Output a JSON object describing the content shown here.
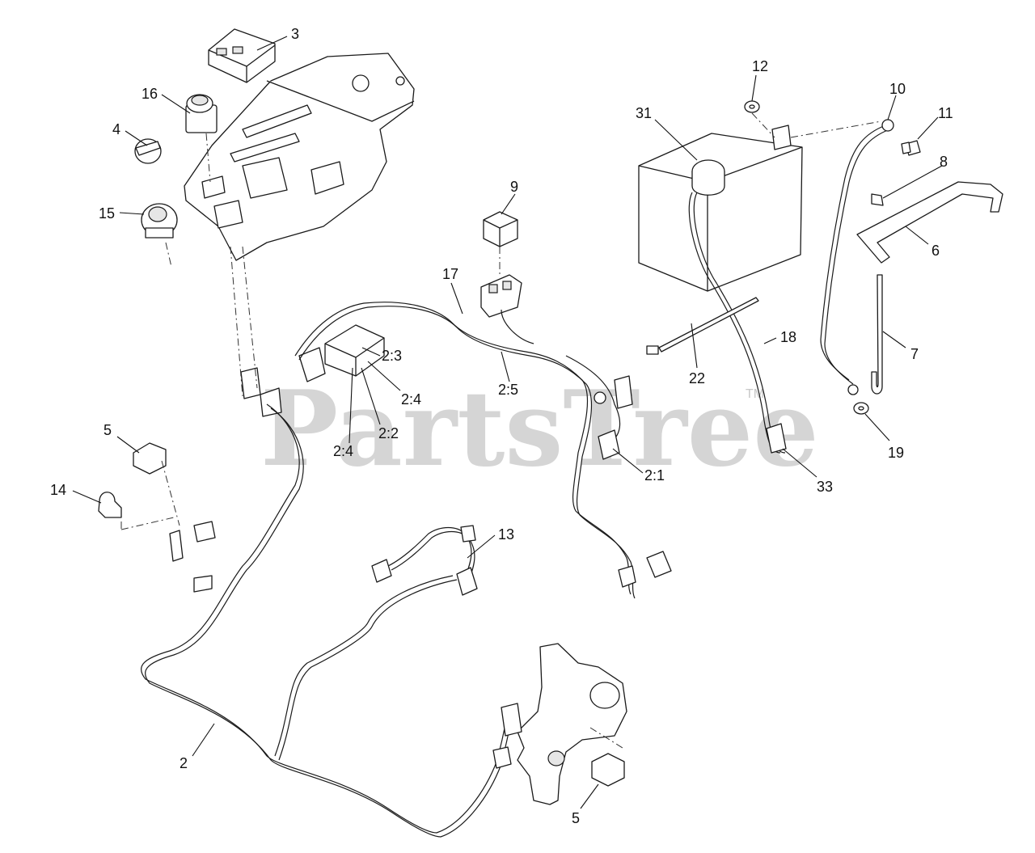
{
  "watermark": {
    "text": "PartsTree",
    "trademark": "TM"
  },
  "callouts": {
    "c3": "3",
    "c16": "16",
    "c4": "4",
    "c15": "15",
    "c9": "9",
    "c17": "17",
    "c2_3": "2:3",
    "c2_4a": "2:4",
    "c2_5": "2:5",
    "c2_2": "2:2",
    "c2_4b": "2:4",
    "c2_1": "2:1",
    "c5a": "5",
    "c14": "14",
    "c13": "13",
    "c2": "2",
    "c5b": "5",
    "c12": "12",
    "c31": "31",
    "c10": "10",
    "c11": "11",
    "c8": "8",
    "c6": "6",
    "c7": "7",
    "c18": "18",
    "c22": "22",
    "c33": "33",
    "c19": "19"
  }
}
